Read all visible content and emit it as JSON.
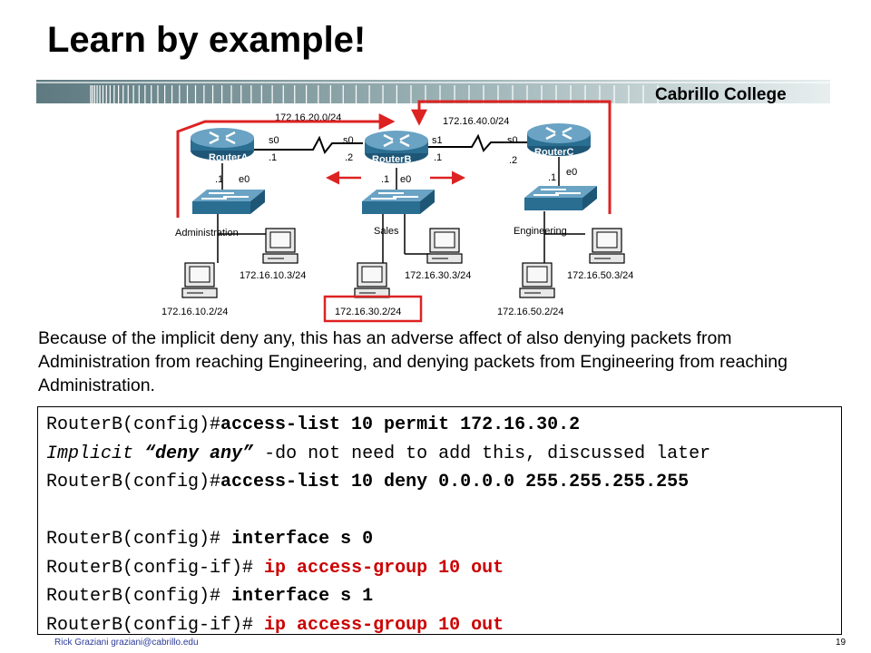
{
  "slide": {
    "title": "Learn by example!",
    "college": "Cabrillo College",
    "footer": "Rick Graziani  graziani@cabrillo.edu",
    "page_number": "19"
  },
  "diagram": {
    "routers": [
      {
        "name": "RouterA"
      },
      {
        "name": "RouterB"
      },
      {
        "name": "RouterC"
      }
    ],
    "networks": {
      "ab": "172.16.20.0/24",
      "bc": "172.16.40.0/24"
    },
    "interfaces": {
      "a_s0": "s0",
      "a_dot1": ".1",
      "a_e_dot": ".1",
      "a_e0": "e0",
      "b_s0": "s0",
      "b_dot2": ".2",
      "b_s1": "s1",
      "b_dot1": ".1",
      "b_e_dot": ".1",
      "b_e0": "e0",
      "c_s0": "s0",
      "c_dot2": ".2",
      "c_e_dot": ".1",
      "c_e0": "e0"
    },
    "lans": [
      "Administration",
      "Sales",
      "Engineering"
    ],
    "hosts": {
      "a1": "172.16.10.2/24",
      "a2": "172.16.10.3/24",
      "b1": "172.16.30.2/24",
      "b2": "172.16.30.3/24",
      "c1": "172.16.50.2/24",
      "c2": "172.16.50.3/24"
    },
    "colors": {
      "arrow": "#dd2222",
      "router": "#2a6e92",
      "switch": "#2a6e92"
    }
  },
  "caption": "Because of the implicit deny any, this has an adverse affect of also denying packets from Administration from reaching Engineering, and denying packets from Engineering from reaching Administration.",
  "code": {
    "l1_prompt": "RouterB(config)#",
    "l1_cmd": "access-list 10 permit 172.16.30.2",
    "l2_a": "Implicit ",
    "l2_b": "“deny any”",
    "l2_c": " -do not need to add this, discussed later",
    "l3_prompt": "RouterB(config)#",
    "l3_cmd": "access-list 10 deny 0.0.0.0 255.255.255.255",
    "l5_prompt": "RouterB(config)# ",
    "l5_cmd": "interface s 0",
    "l6_prompt": "RouterB(config-if)# ",
    "l6_cmd": "ip access-group 10 out",
    "l7_prompt": "RouterB(config)# ",
    "l7_cmd": "interface s 1",
    "l8_prompt": "RouterB(config-if)# ",
    "l8_cmd": "ip access-group 10 out"
  }
}
